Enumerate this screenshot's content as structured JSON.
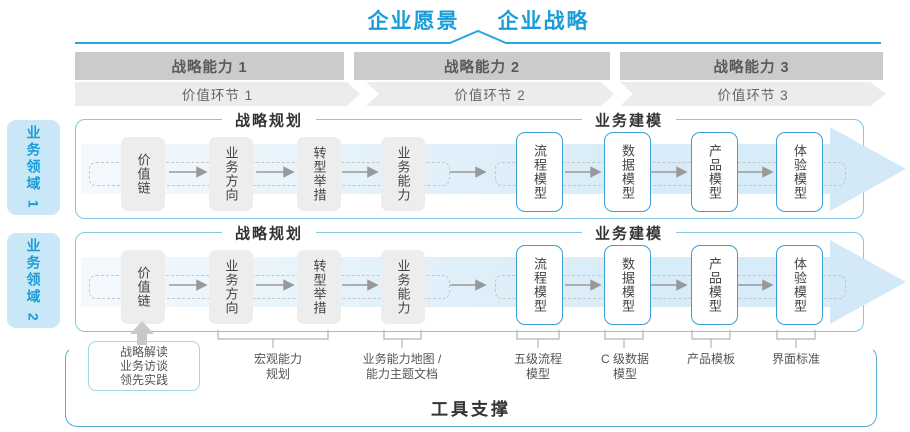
{
  "header": {
    "vision": "企业愿景",
    "strategy": "企业战略"
  },
  "capability_bars": [
    "战略能力 1",
    "战略能力 2",
    "战略能力 3"
  ],
  "value_links": [
    "价值环节 1",
    "价值环节 2",
    "价值环节 3"
  ],
  "domains": [
    "业务领域 1",
    "业务领域 2"
  ],
  "sections": {
    "planning": "战略规划",
    "modeling": "业务建模"
  },
  "boxes": {
    "gray": [
      "价值链",
      "业务方向",
      "转型举措",
      "业务能力"
    ],
    "blue": [
      "流程模型",
      "数据模型",
      "产品模型",
      "体验模型"
    ]
  },
  "footnotes": {
    "interpret": [
      "战略解读",
      "业务访谈",
      "领先实践"
    ],
    "macro": [
      "宏观能力",
      "规划"
    ],
    "capmap": [
      "业务能力地图 /",
      "能力主题文档"
    ],
    "process": [
      "五级流程",
      "模型"
    ],
    "cdata": [
      "C 级数据",
      "模型"
    ],
    "product": "产品模板",
    "ui": "界面标准"
  },
  "tool_support": "工具支撑",
  "colors": {
    "accent_blue": "#1a9cd8",
    "line_blue": "#29a6dd",
    "panel_border": "#85c6e6",
    "box_border_blue": "#3b9fd3",
    "band_blue": "#d7ebf8",
    "bar_gray": "#cbcbcb",
    "chevron_gray": "#ececec",
    "box_gray": "#ededed",
    "domain_bg": "#c9e8f7"
  }
}
